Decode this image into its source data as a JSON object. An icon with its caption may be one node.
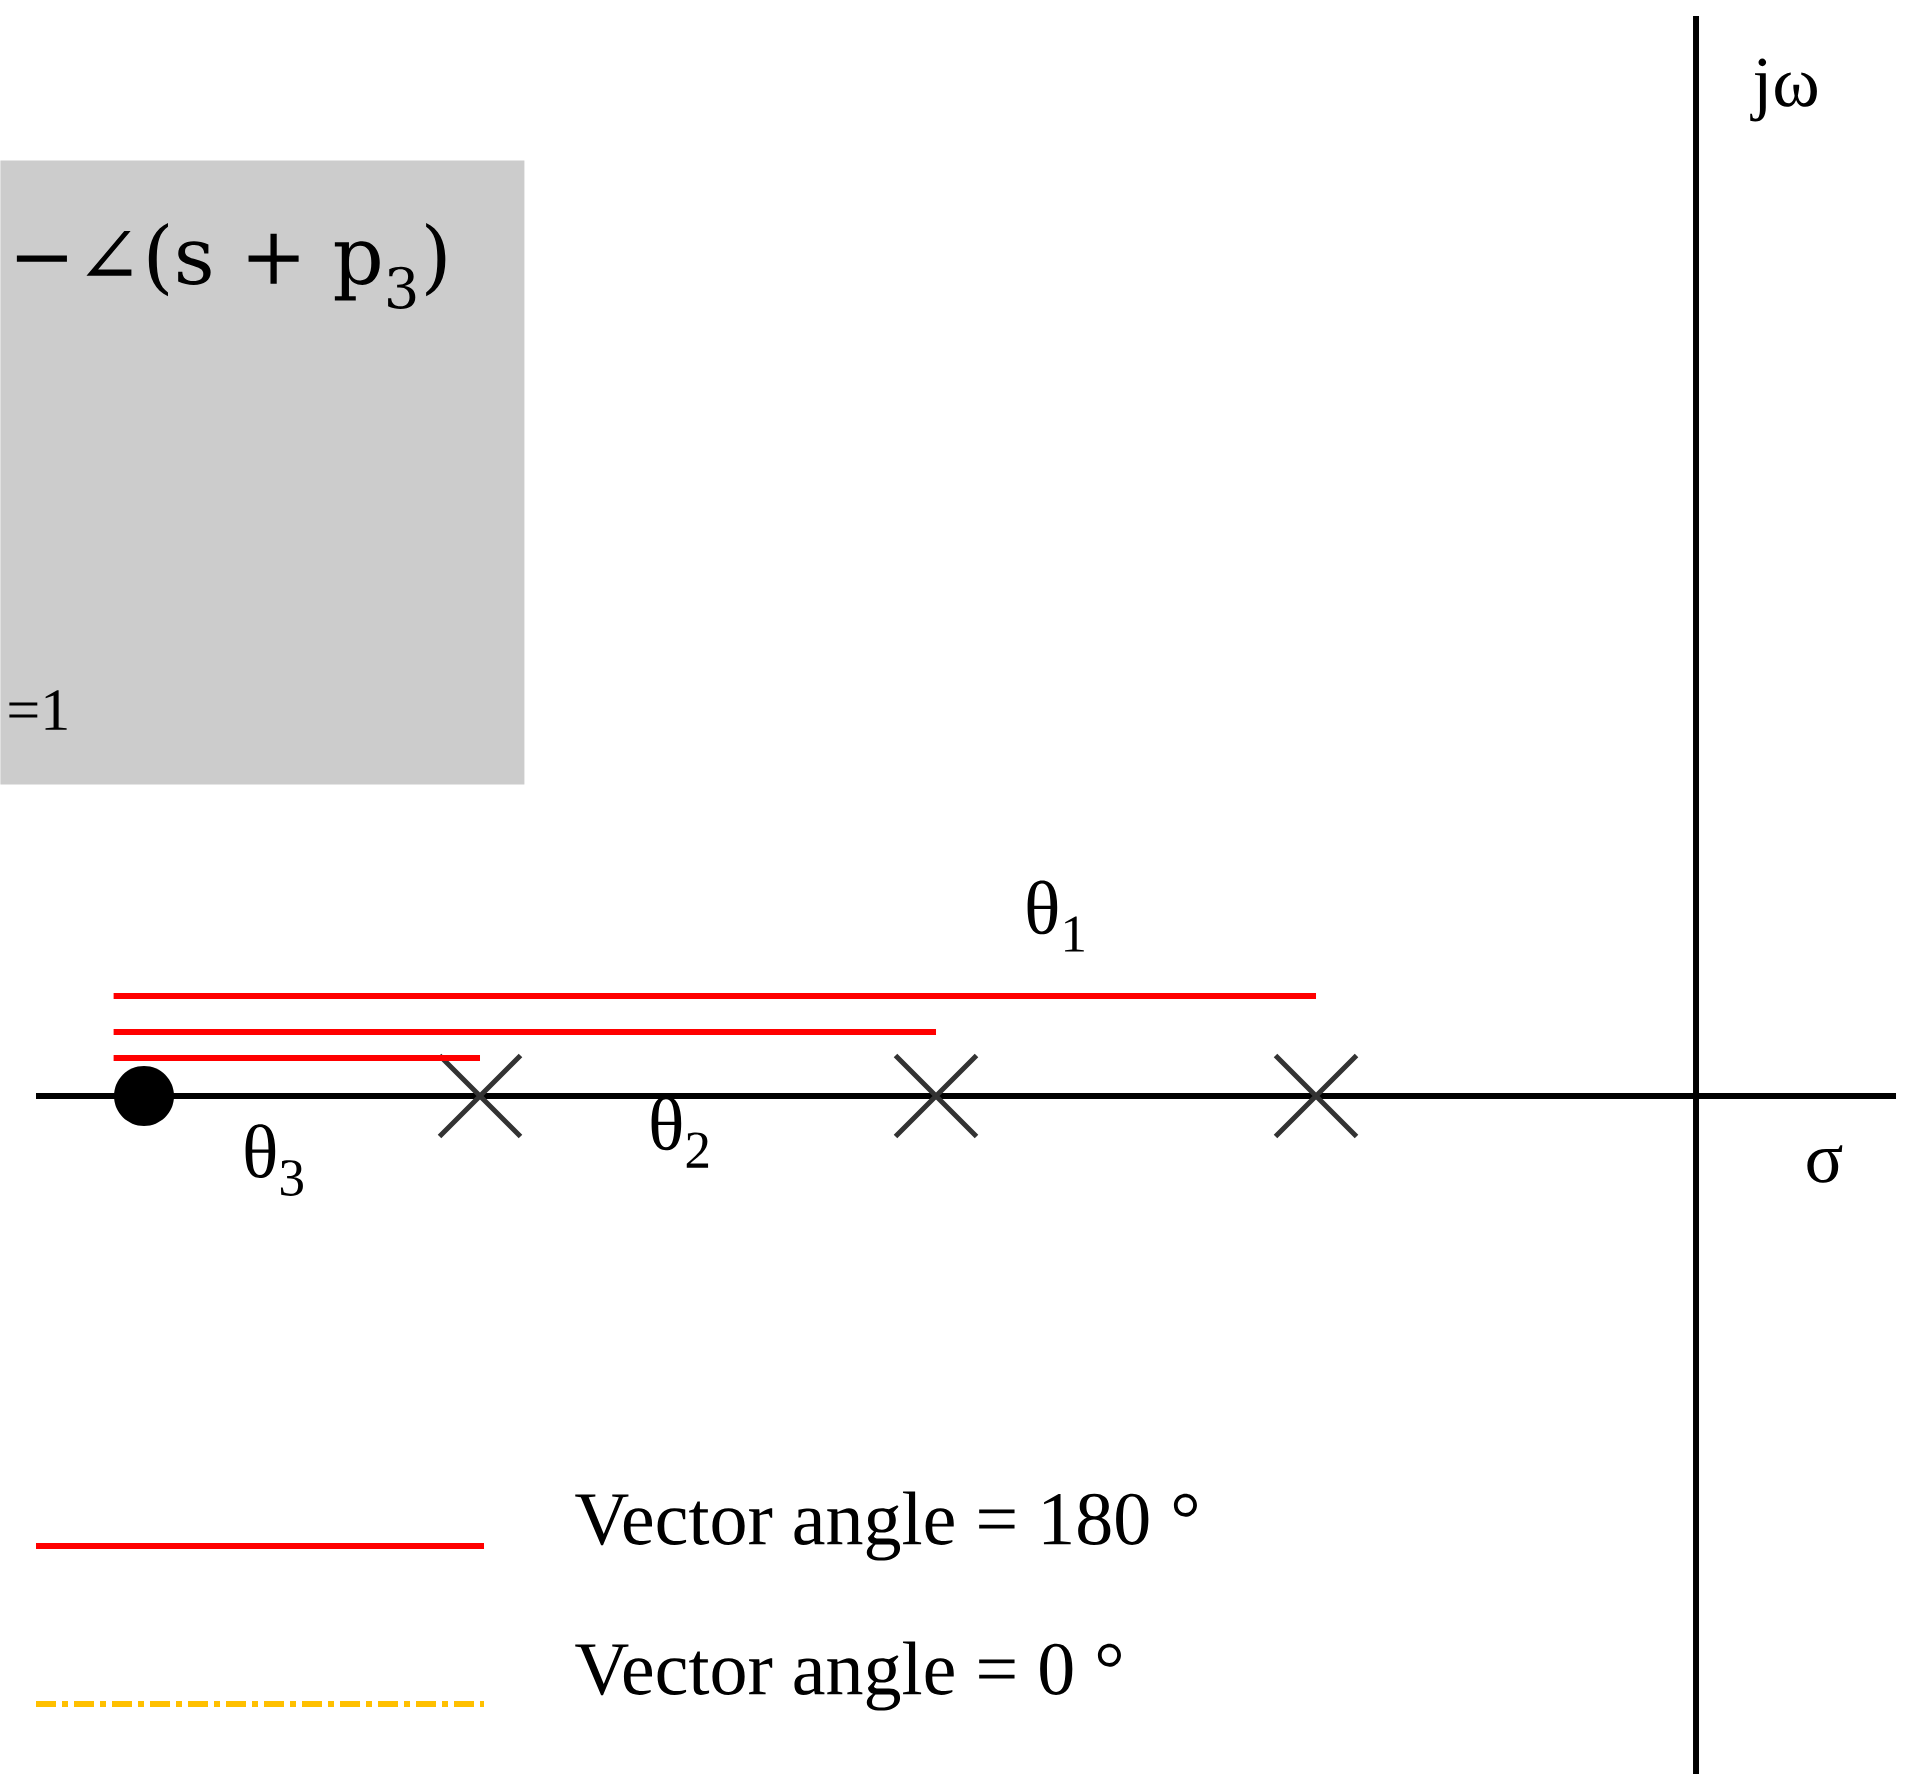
{
  "diagram": {
    "nodes": [
      {
        "text": [
          "−∠(s + p$_{3}$)",
          "=1"
        ]
      },
      {
        "text": [],
        "shape": "circle"
      },
      {
        "text": [],
        "shape": "cross"
      },
      {
        "text": [],
        "shape": "cross"
      },
      {
        "text": [],
        "shape": "cross"
      }
    ],
    "edges": [
      {
        "from": 1,
        "to": 4,
        "arrow": "none",
        "label": "θ$_{1}$"
      },
      {
        "from": 1,
        "to": 3,
        "arrow": "none",
        "label": "θ$_{2}$"
      },
      {
        "from": 1,
        "to": 2,
        "arrow": "none",
        "label": "θ$_{3}$"
      }
    ],
    "labels": [
      "jω",
      "σ"
    ],
    "legend": [
      {
        "text": "Vector angle = 180 °"
      },
      {
        "text": "Vector angle = 0 °"
      }
    ]
  }
}
